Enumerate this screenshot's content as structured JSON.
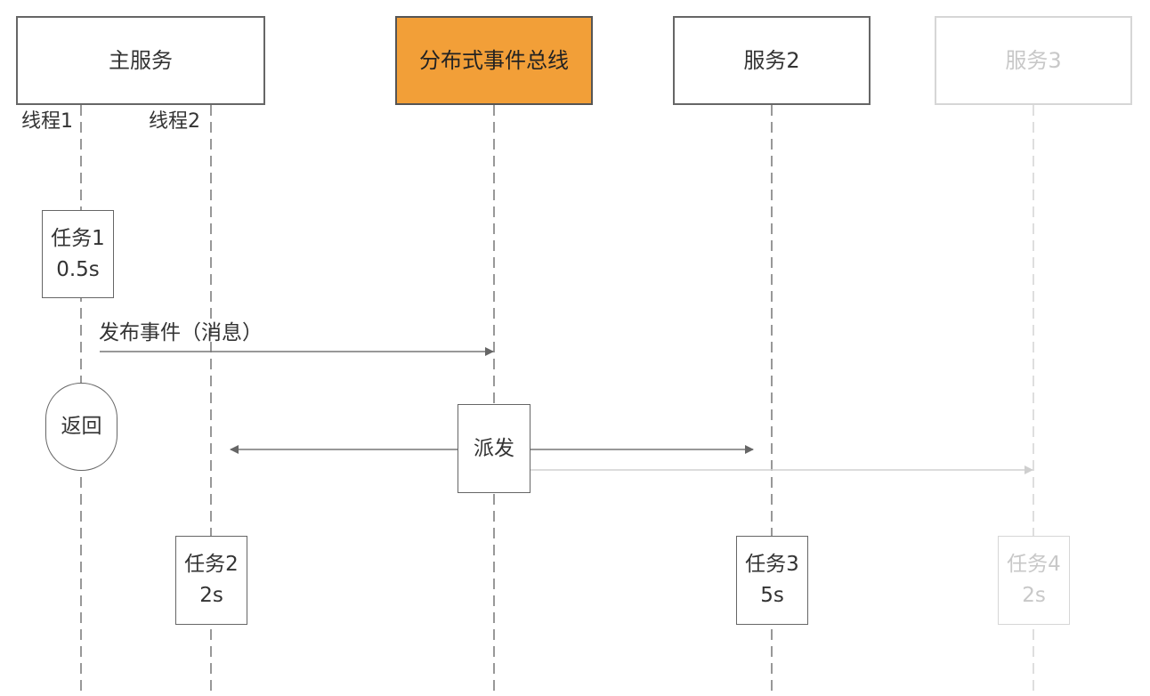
{
  "participants": {
    "main": "主服务",
    "bus": "分布式事件总线",
    "service2": "服务2",
    "service3": "服务3"
  },
  "threads": {
    "thread1": "线程1",
    "thread2": "线程2"
  },
  "tasks": {
    "task1": {
      "name": "任务1",
      "time": "0.5s"
    },
    "task2": {
      "name": "任务2",
      "time": "2s"
    },
    "task3": {
      "name": "任务3",
      "time": "5s"
    },
    "task4": {
      "name": "任务4",
      "time": "2s"
    }
  },
  "messages": {
    "publish": "发布事件（消息）",
    "return": "返回",
    "dispatch": "派发"
  },
  "colors": {
    "bus_fill": "#f29f38",
    "line": "#666666",
    "faded": "#d0d0d0"
  }
}
